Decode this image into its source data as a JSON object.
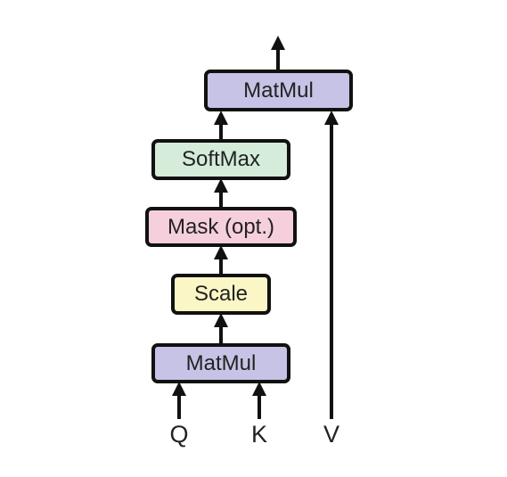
{
  "diagram": {
    "blocks": {
      "matmul_top": {
        "label": "MatMul",
        "fill": "#c6c3e6"
      },
      "softmax": {
        "label": "SoftMax",
        "fill": "#d4ecd9"
      },
      "mask": {
        "label": "Mask (opt.)",
        "fill": "#f6cfdc"
      },
      "scale": {
        "label": "Scale",
        "fill": "#fbf6c6"
      },
      "matmul_bottom": {
        "label": "MatMul",
        "fill": "#c6c3e6"
      }
    },
    "inputs": {
      "q": "Q",
      "k": "K",
      "v": "V"
    },
    "stroke_color": "#111111"
  }
}
